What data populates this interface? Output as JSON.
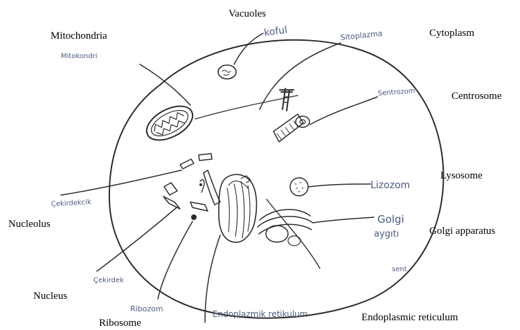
{
  "printed_labels": {
    "vacuoles": "Vacuoles",
    "mitochondria": "Mitochondria",
    "cytoplasm": "Cytoplasm",
    "centrosome": "Centrosome",
    "lysosome": "Lysosome",
    "nucleolus": "Nucleolus",
    "golgi": "Golgi apparatus",
    "nucleus": "Nucleus",
    "endoplasmic_reticulum": "Endoplasmic reticulum",
    "ribosome": "Ribosome"
  },
  "handwritten_labels": {
    "vacuoles": "koful",
    "mitochondria": "Mitokondri",
    "cytoplasm": "Sitoplazma",
    "centrosome": "Sentrozom",
    "lysosome": "Lizozom",
    "nucleolus": "Çekirdekcik",
    "golgi_line1": "Golgi",
    "golgi_line2": "aygıtı",
    "nucleus": "Çekirdek",
    "ribosome": "Ribozom",
    "endoplasmic_reticulum": "Endoplazmik retikulum",
    "stray_mark": "sent"
  },
  "colors": {
    "ink": "#2b2b2b",
    "pencil_label": "#4a5a80",
    "typed_text": "#000000",
    "background": "#ffffff"
  }
}
